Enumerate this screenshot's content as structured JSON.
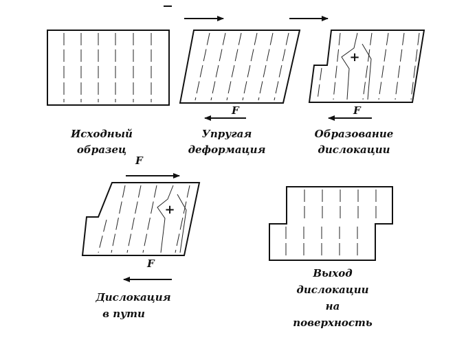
{
  "force_label": "F",
  "captions": {
    "initial": [
      "Исходный",
      "образец"
    ],
    "elastic": [
      "Упругая",
      "деформация"
    ],
    "formation": [
      "Образование",
      "дислокации"
    ],
    "moving": [
      "Дислокация",
      "в пути"
    ],
    "exit": [
      "Выход",
      "дислокации",
      "на",
      "поверхность"
    ]
  },
  "dislocation_symbol": "+"
}
